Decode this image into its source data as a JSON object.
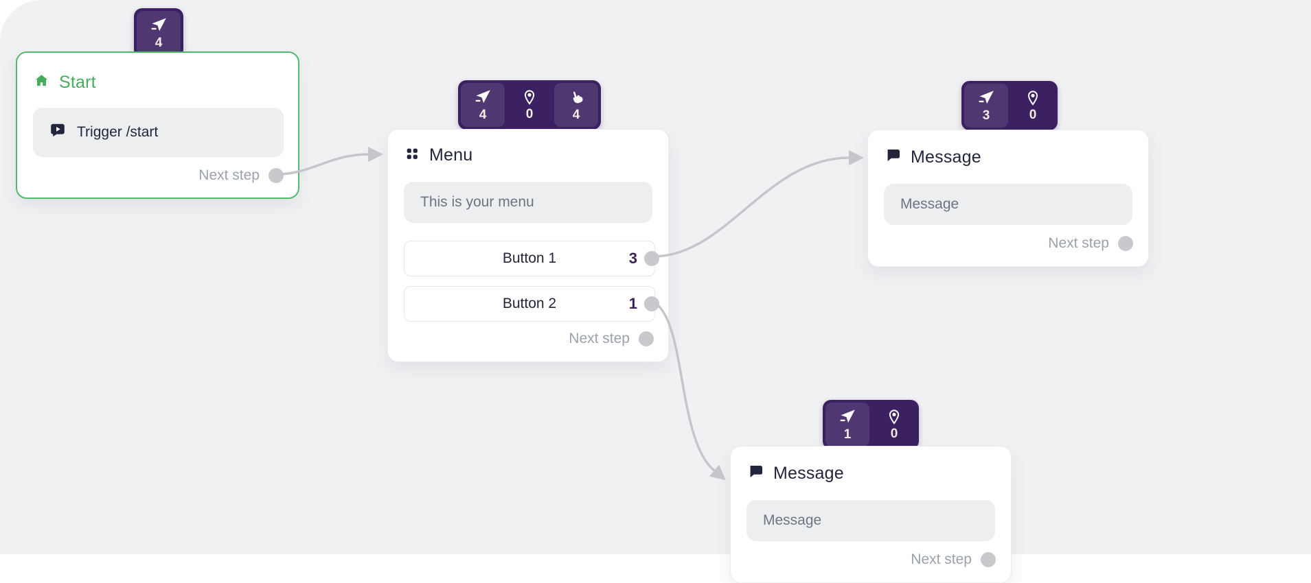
{
  "canvas": {
    "background": "#f0f1f3"
  },
  "colors": {
    "badge_purple": "#3b2161",
    "badge_highlight": "rgba(255,255,255,0.10)",
    "start_green": "#45ad5c",
    "edge_gray": "#c4c6ca",
    "port_gray": "#c7c9cd",
    "count_purple": "#3a2254"
  },
  "badges": {
    "start": [
      {
        "icon": "send-icon",
        "count": "4"
      }
    ],
    "menu": [
      {
        "icon": "send-icon",
        "count": "4"
      },
      {
        "icon": "location-pin-icon",
        "count": "0"
      },
      {
        "icon": "tap-icon",
        "count": "4"
      }
    ],
    "message_right": [
      {
        "icon": "send-icon",
        "count": "3"
      },
      {
        "icon": "location-pin-icon",
        "count": "0"
      }
    ],
    "message_bottom": [
      {
        "icon": "send-icon",
        "count": "1"
      },
      {
        "icon": "location-pin-icon",
        "count": "0"
      }
    ]
  },
  "nodes": {
    "start": {
      "title": "Start",
      "trigger_label": "Trigger /start",
      "next_step_label": "Next step"
    },
    "menu": {
      "title": "Menu",
      "text_value": "This is your menu",
      "buttons": [
        {
          "label": "Button 1",
          "count": "3"
        },
        {
          "label": "Button 2",
          "count": "1"
        }
      ],
      "next_step_label": "Next step"
    },
    "message_right": {
      "title": "Message",
      "placeholder": "Message",
      "next_step_label": "Next step"
    },
    "message_bottom": {
      "title": "Message",
      "placeholder": "Message",
      "next_step_label": "Next step"
    }
  }
}
